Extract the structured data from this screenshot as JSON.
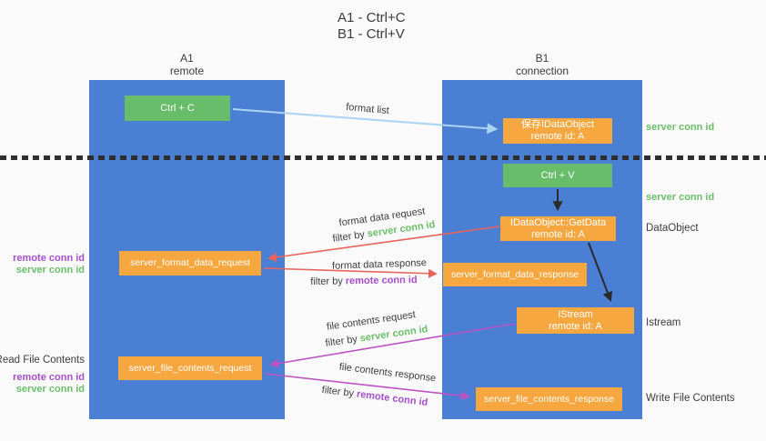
{
  "title": {
    "line1": "A1 - Ctrl+C",
    "line2": "B1 - Ctrl+V"
  },
  "columns": {
    "left": {
      "id": "A1",
      "role": "remote"
    },
    "right": {
      "id": "B1",
      "role": "connection"
    }
  },
  "nodes": {
    "ctrl_c": "Ctrl + C",
    "save_dataobject": {
      "line1": "保存IDataObject",
      "line2": "remote id: A"
    },
    "ctrl_v": "Ctrl + V",
    "getdata": {
      "line1": "IDataObject::GetData",
      "line2": "remote id: A"
    },
    "format_request": "server_format_data_request",
    "format_response": "server_format_data_response",
    "istream": {
      "line1": "IStream",
      "line2": "remote id: A"
    },
    "file_request": "server_file_contents_request",
    "file_response": "server_file_contents_response"
  },
  "flow_labels": {
    "format_list": "format list",
    "format_data_request": "format data request",
    "format_data_response": "format data response",
    "file_contents_request": "file contents request",
    "file_contents_response": "file contents response",
    "filter_by": "filter by",
    "server_conn_id": "server conn id",
    "remote_conn_id": "remote conn id"
  },
  "right_labels": {
    "server_conn_id_top": "server conn id",
    "server_conn_id_mid": "server conn id",
    "dataobject": "DataObject",
    "istream": "Istream",
    "write_file_contents": "Write File Contents"
  },
  "left_labels": {
    "remote_conn_id_format": "remote conn id",
    "server_conn_id_format": "server conn id",
    "read_file_contents": "Read File Contents",
    "remote_conn_id_file": "remote conn id",
    "server_conn_id_file": "server conn id"
  },
  "colors": {
    "column_blue": "#4a7fd4",
    "node_green": "#68bd6b",
    "node_orange": "#f7a740",
    "arrow_red": "#e8645c",
    "arrow_purple": "#bc53c5",
    "arrow_blue": "#a9d3f3",
    "arrow_black": "#2b2b2b",
    "text_green": "#6abf69",
    "text_purple": "#a64fc9",
    "text_dark": "#3d3d3d",
    "divider_dark": "#2e2e2e",
    "background": "#fafafa"
  }
}
